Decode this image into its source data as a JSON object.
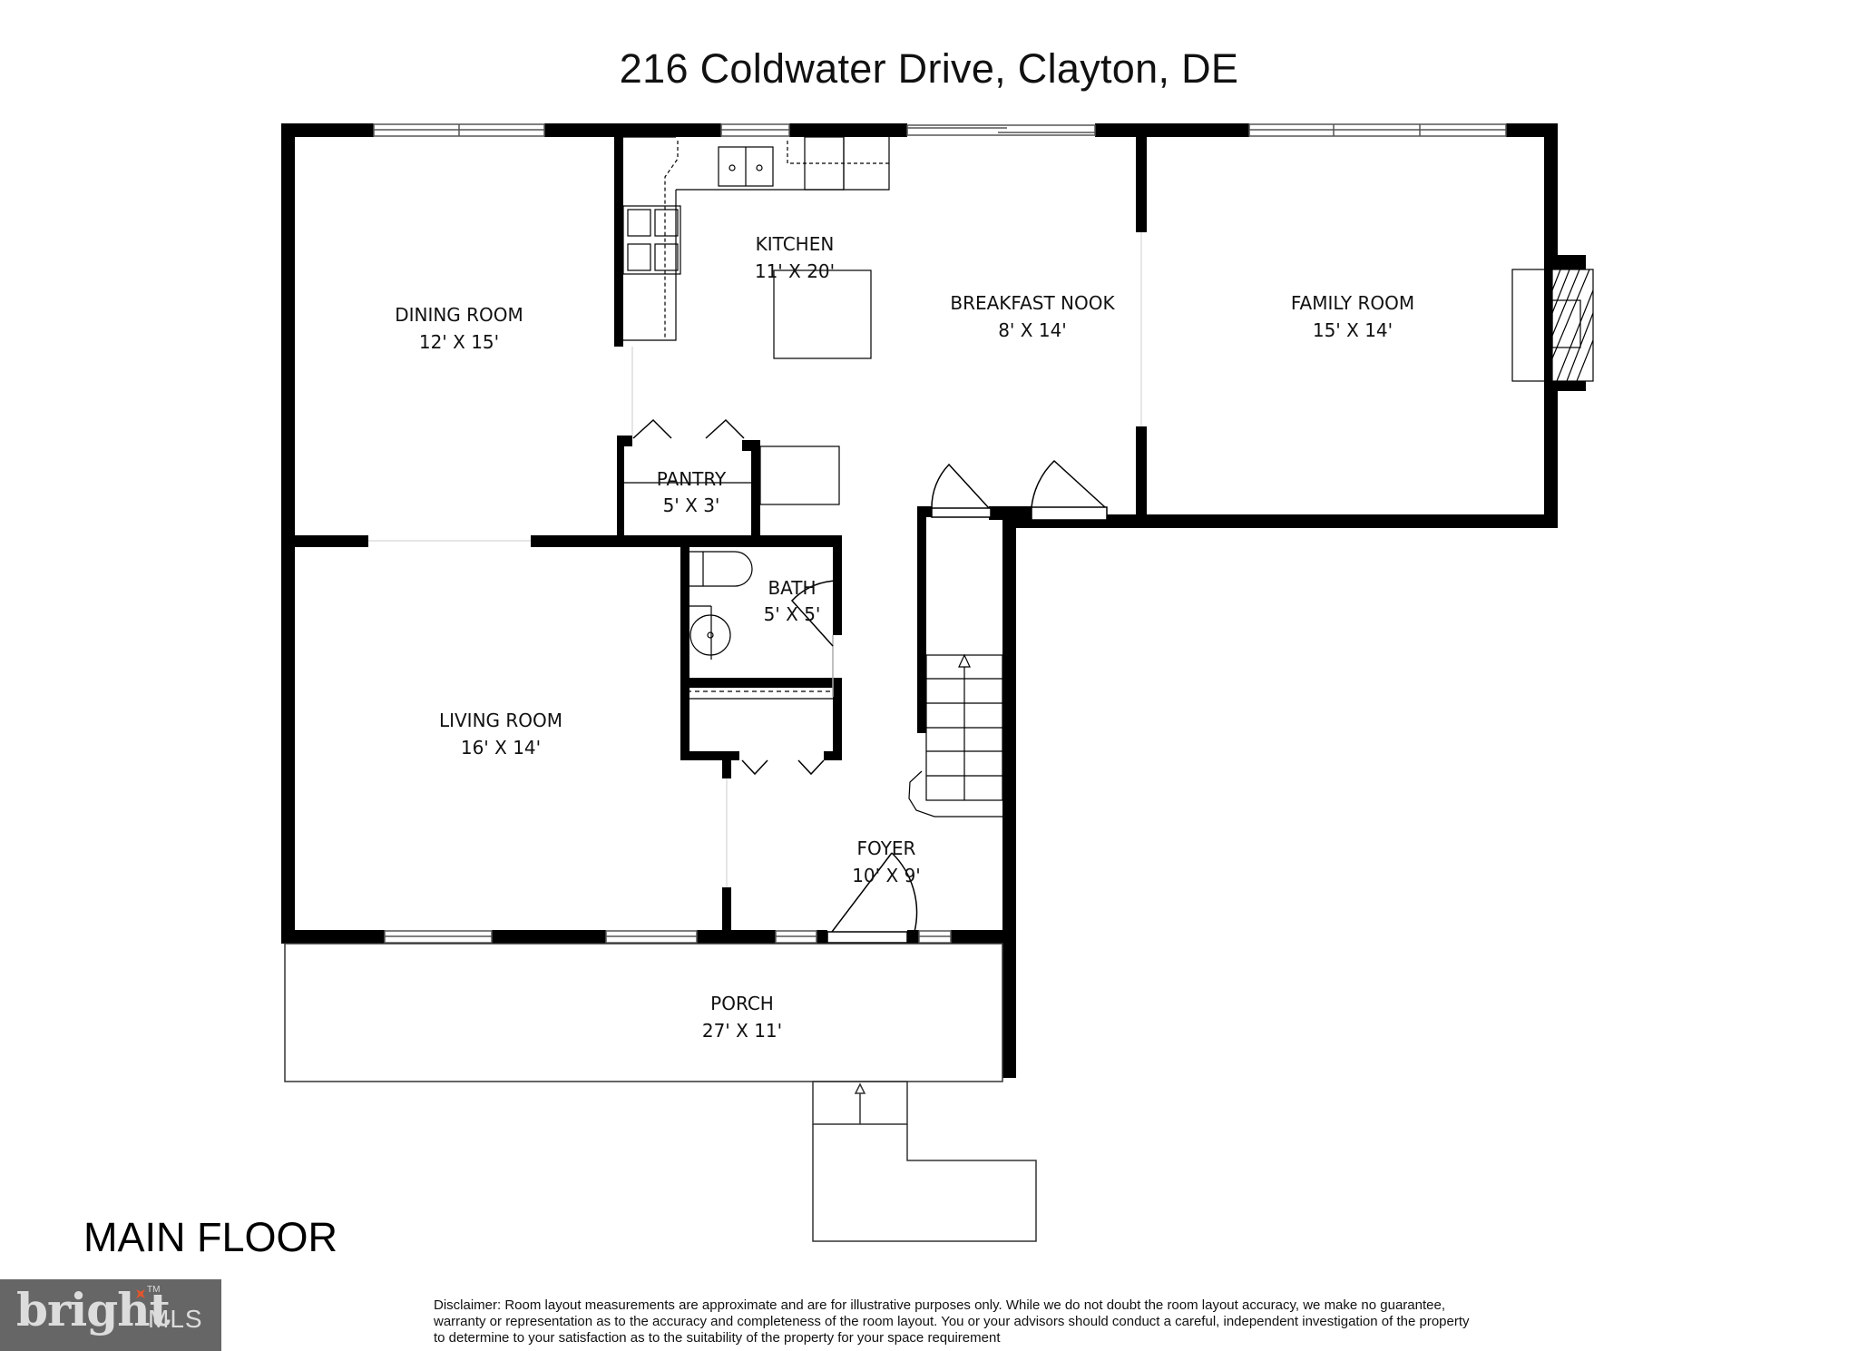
{
  "header": {
    "title": "216 Coldwater Drive, Clayton, DE"
  },
  "floor_label": "MAIN FLOOR",
  "rooms": {
    "dining_room": {
      "name": "DINING ROOM",
      "dimensions": "12' X 15'"
    },
    "kitchen": {
      "name": "KITCHEN",
      "dimensions": "11' X 20'"
    },
    "breakfast_nook": {
      "name": "BREAKFAST NOOK",
      "dimensions": "8' X 14'"
    },
    "family_room": {
      "name": "FAMILY ROOM",
      "dimensions": "15' X 14'"
    },
    "pantry": {
      "name": "PANTRY",
      "dimensions": "5' X 3'"
    },
    "bath": {
      "name": "BATH",
      "dimensions": "5' X 5'"
    },
    "living_room": {
      "name": "LIVING ROOM",
      "dimensions": "16' X 14'"
    },
    "foyer": {
      "name": "FOYER",
      "dimensions": "10' X 9'"
    },
    "porch": {
      "name": "PORCH",
      "dimensions": "27' X 11'"
    }
  },
  "logo": {
    "word": "bright",
    "suffix": "MLS",
    "trademark": "TM",
    "accent_color": "#e0562c",
    "background_color": "#666666"
  },
  "disclaimer": "Disclaimer: Room layout measurements are approximate and are for illustrative purposes only. While we do not doubt the room layout accuracy, we make no guarantee, warranty or representation as to the accuracy and completeness of the room layout. You or your advisors should conduct a careful, independent investigation of the property to determine to your satisfaction as to the suitability of the property for your space requirement"
}
